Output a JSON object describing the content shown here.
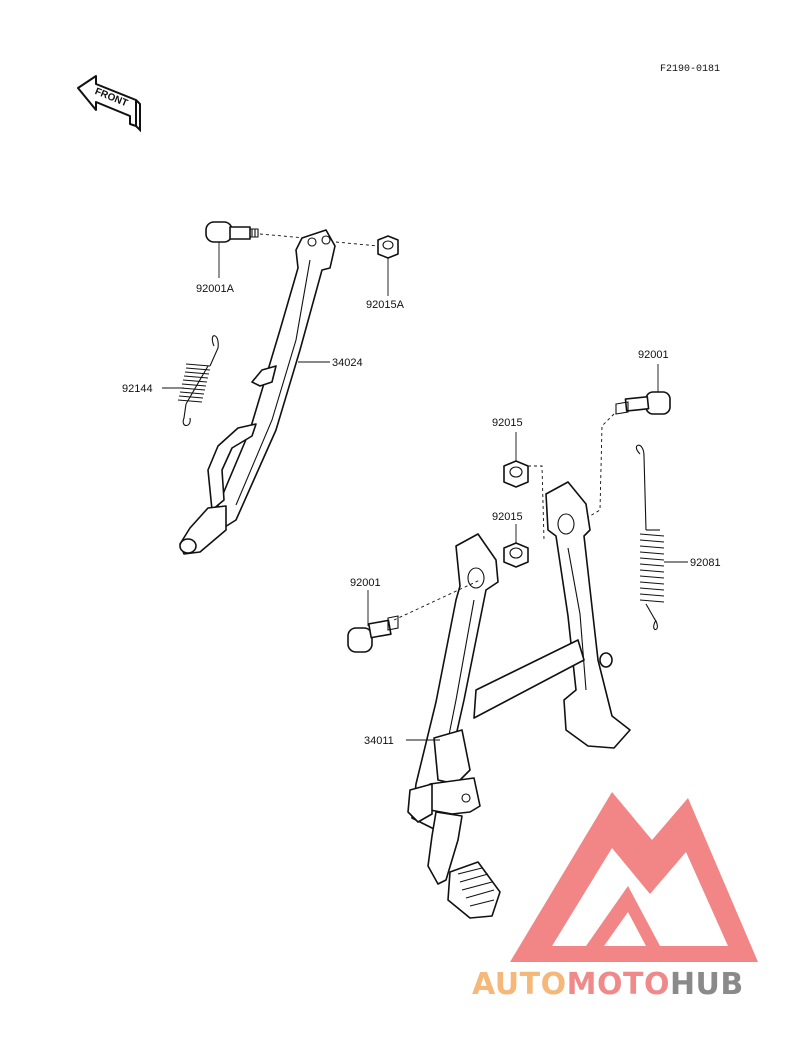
{
  "diagram": {
    "figure_code": "F2190-0181",
    "direction_label": "FRONT",
    "parts": [
      {
        "number": "92001A",
        "name": "side-stand-bolt"
      },
      {
        "number": "92015A",
        "name": "side-stand-nut"
      },
      {
        "number": "34024",
        "name": "side-stand"
      },
      {
        "number": "92144",
        "name": "side-stand-spring"
      },
      {
        "number": "92001",
        "name": "center-stand-bolt-right"
      },
      {
        "number": "92015",
        "name": "center-stand-nut-upper"
      },
      {
        "number": "92015",
        "name": "center-stand-nut-lower"
      },
      {
        "number": "92081",
        "name": "center-stand-spring"
      },
      {
        "number": "92001",
        "name": "center-stand-bolt-left"
      },
      {
        "number": "34011",
        "name": "center-stand"
      }
    ]
  },
  "watermark": {
    "text_part1": "AUTO",
    "text_part2": "MOTO",
    "text_part3": "HUB",
    "color_part1": "#f4b97a",
    "color_part2": "#f08a8a",
    "color_part3": "#8a8a8a",
    "logo_color": "#f07070"
  }
}
